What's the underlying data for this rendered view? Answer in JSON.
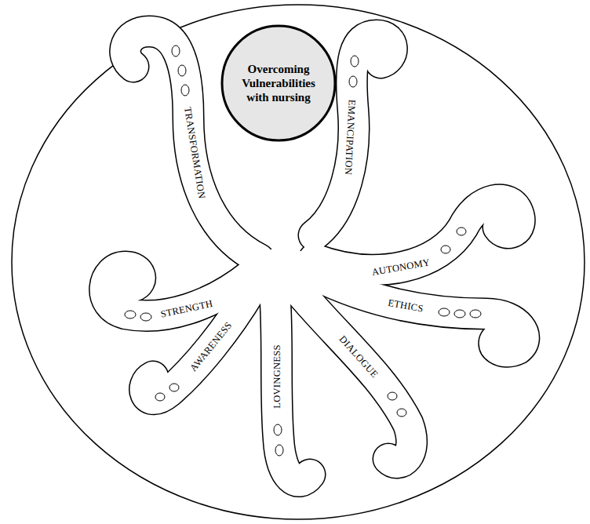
{
  "diagram": {
    "nodes": [
      {
        "text": [
          "Overcoming Vulnerabilities with nursing"
        ]
      }
    ],
    "labels": [
      "TRANSFORMATION",
      "EMANCIPATION",
      "AUTONOMY",
      "ETHICS",
      "DIALOGUE",
      "LOVINGNESS",
      "AWARENESS",
      "STRENGTH"
    ]
  }
}
